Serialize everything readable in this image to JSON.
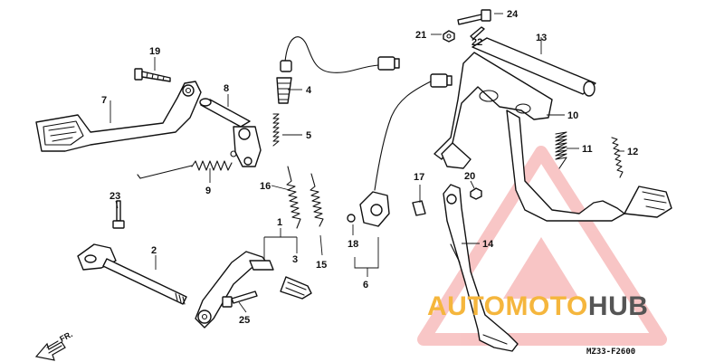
{
  "callouts": {
    "c1": "1",
    "c2": "2",
    "c3": "3",
    "c4": "4",
    "c5": "5",
    "c6": "6",
    "c7": "7",
    "c8": "8",
    "c9": "9",
    "c10": "10",
    "c11": "11",
    "c12": "12",
    "c13": "13",
    "c14": "14",
    "c15": "15",
    "c16": "16",
    "c17": "17",
    "c18": "18",
    "c19": "19",
    "c20": "20",
    "c21": "21",
    "c22": "22",
    "c23": "23",
    "c24": "24",
    "c25": "25"
  },
  "direction_label": "FR.",
  "diagram_code": "MZ33-F2600",
  "watermark": {
    "part1": "AUTOMOTO",
    "part2": "HUB",
    "color_primary": "#f5b63d",
    "color_secondary": "#555555",
    "triangle_color": "#f08080"
  }
}
